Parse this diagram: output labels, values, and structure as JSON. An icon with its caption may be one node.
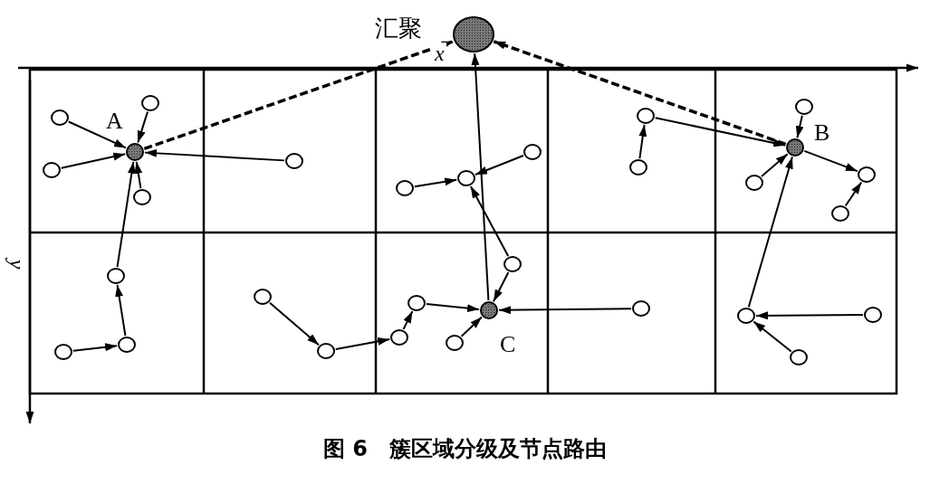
{
  "diagram": {
    "caption": "图 6　簇区域分级及节点路由",
    "nodes": [
      {
        "text": [],
        "shape": "circle",
        "beside": [
          "汇聚"
        ]
      },
      {
        "text": [],
        "shape": "circle"
      },
      {
        "text": [],
        "shape": "circle"
      },
      {
        "text": [],
        "shape": "circle",
        "beside": [
          "A"
        ]
      },
      {
        "text": [],
        "shape": "circle"
      },
      {
        "text": [],
        "shape": "circle"
      },
      {
        "text": [],
        "shape": "circle"
      },
      {
        "text": [],
        "shape": "circle"
      },
      {
        "text": [],
        "shape": "circle"
      },
      {
        "text": [],
        "shape": "circle",
        "beside": [
          "B"
        ]
      },
      {
        "text": [],
        "shape": "circle"
      },
      {
        "text": [],
        "shape": "circle"
      },
      {
        "text": [],
        "shape": "circle"
      },
      {
        "text": [],
        "shape": "circle"
      },
      {
        "text": [],
        "shape": "circle"
      },
      {
        "text": [],
        "shape": "circle"
      },
      {
        "text": [],
        "shape": "circle"
      },
      {
        "text": [],
        "shape": "circle"
      },
      {
        "text": [],
        "shape": "circle"
      },
      {
        "text": [],
        "shape": "circle"
      },
      {
        "text": [],
        "shape": "circle"
      },
      {
        "text": [],
        "shape": "circle"
      },
      {
        "text": [],
        "shape": "circle",
        "beside": [
          "C"
        ]
      },
      {
        "text": [],
        "shape": "circle"
      },
      {
        "text": [],
        "shape": "circle"
      },
      {
        "text": [],
        "shape": "circle"
      },
      {
        "text": [],
        "shape": "circle"
      },
      {
        "text": [],
        "shape": "circle"
      },
      {
        "text": [],
        "shape": "circle"
      },
      {
        "text": [],
        "shape": "circle"
      },
      {
        "text": [],
        "shape": "circle"
      }
    ],
    "edges": [
      {
        "from": 1,
        "to": 3,
        "arrow": "to"
      },
      {
        "from": 2,
        "to": 3,
        "arrow": "to"
      },
      {
        "from": 4,
        "to": 3,
        "arrow": "to"
      },
      {
        "from": 5,
        "to": 3,
        "arrow": "to"
      },
      {
        "from": 6,
        "to": 3,
        "arrow": "to"
      },
      {
        "from": 18,
        "to": 3,
        "arrow": "to"
      },
      {
        "from": 27,
        "to": 18,
        "arrow": "to"
      },
      {
        "from": 29,
        "to": 27,
        "arrow": "to"
      },
      {
        "from": 19,
        "to": 28,
        "arrow": "to"
      },
      {
        "from": 28,
        "to": 25,
        "arrow": "to"
      },
      {
        "from": 25,
        "to": 20,
        "arrow": "to"
      },
      {
        "from": 20,
        "to": 22,
        "arrow": "to"
      },
      {
        "from": 17,
        "to": 22,
        "arrow": "to"
      },
      {
        "from": 26,
        "to": 22,
        "arrow": "to"
      },
      {
        "from": 21,
        "to": 22,
        "arrow": "to"
      },
      {
        "from": 15,
        "to": 13,
        "arrow": "to"
      },
      {
        "from": 10,
        "to": 13,
        "arrow": "to"
      },
      {
        "from": 17,
        "to": 13,
        "arrow": "to"
      },
      {
        "from": 22,
        "to": 0,
        "arrow": "to"
      },
      {
        "from": 7,
        "to": 9,
        "arrow": "to"
      },
      {
        "from": 11,
        "to": 7,
        "arrow": "to"
      },
      {
        "from": 8,
        "to": 9,
        "arrow": "to"
      },
      {
        "from": 14,
        "to": 9,
        "arrow": "to"
      },
      {
        "from": 9,
        "to": 12,
        "arrow": "to"
      },
      {
        "from": 16,
        "to": 12,
        "arrow": "to"
      },
      {
        "from": 24,
        "to": 9,
        "arrow": "to"
      },
      {
        "from": 23,
        "to": 24,
        "arrow": "to"
      },
      {
        "from": 30,
        "to": 24,
        "arrow": "to"
      },
      {
        "from": 3,
        "to": 0,
        "arrow": "to",
        "style": "dashed"
      },
      {
        "from": 9,
        "to": 0,
        "arrow": "to",
        "style": "dashed"
      }
    ],
    "labels": [
      "x",
      "y"
    ]
  }
}
